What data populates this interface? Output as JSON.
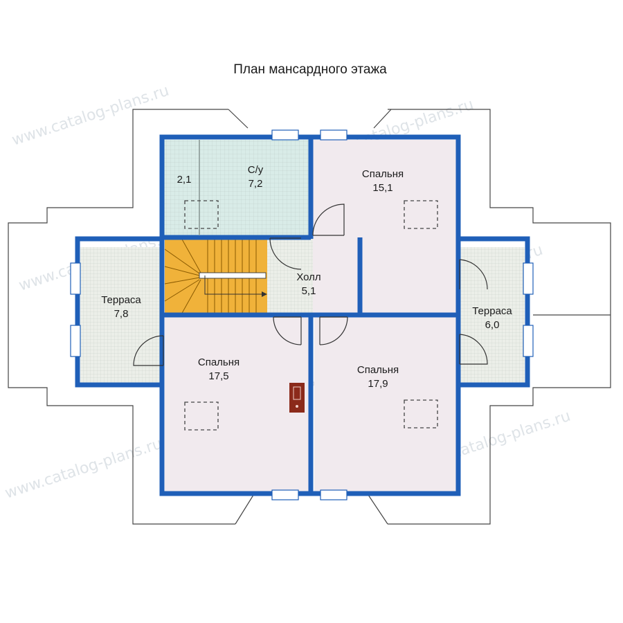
{
  "title": "План мансардного этажа",
  "rooms": [
    {
      "id": "wc-small",
      "name": "",
      "area": "2,1"
    },
    {
      "id": "bathroom",
      "name": "С/у",
      "area": "7,2"
    },
    {
      "id": "bedroom-ne",
      "name": "Спальня",
      "area": "15,1"
    },
    {
      "id": "hall",
      "name": "Холл",
      "area": "5,1"
    },
    {
      "id": "terrace-w",
      "name": "Терраса",
      "area": "7,8"
    },
    {
      "id": "terrace-e",
      "name": "Терраса",
      "area": "6,0"
    },
    {
      "id": "bedroom-sw",
      "name": "Спальня",
      "area": "17,5"
    },
    {
      "id": "bedroom-se",
      "name": "Спальня",
      "area": "17,9"
    }
  ],
  "watermark": "www.catalog-plans.ru",
  "colors": {
    "wall": "#1f5fb8",
    "bedroom_floor": "#f1eaee",
    "tile_floor": "#d9ece8",
    "terrace_floor": "#ecefe9",
    "stairs": "#f0b23a",
    "chimney": "#8b2a1a"
  }
}
